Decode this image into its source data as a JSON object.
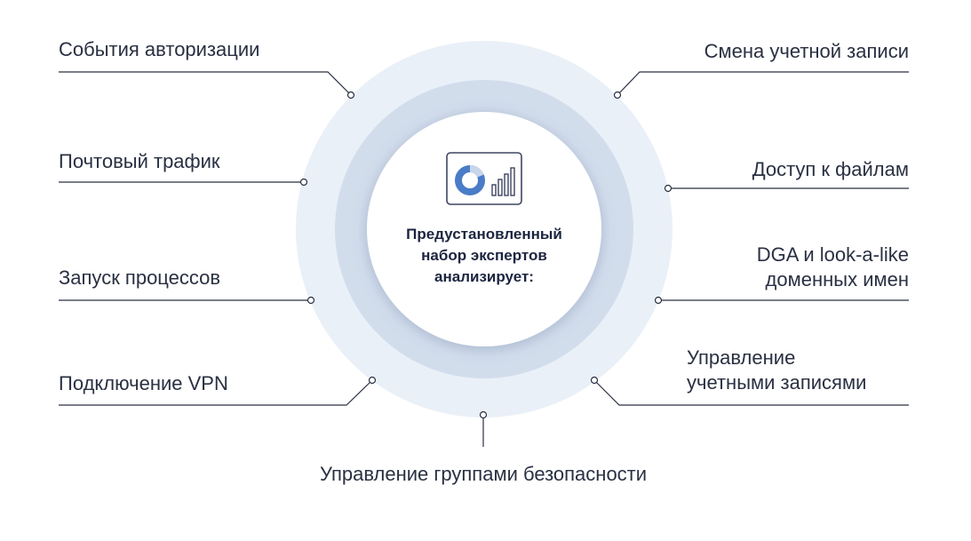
{
  "center": {
    "lines": [
      "Предустановленный",
      "набор экспертов",
      "анализирует:"
    ],
    "icon": "dashboard-chart-icon"
  },
  "labels": {
    "left": [
      "События авторизации",
      "Почтовый трафик",
      "Запуск процессов",
      "Подключение VPN"
    ],
    "right": [
      "Смена учетной записи",
      "Доступ к файлам",
      [
        "DGA и look-a-like",
        "доменных имен"
      ],
      [
        "Управление",
        "учетными записями"
      ]
    ],
    "bottom": "Управление группами безопасности"
  },
  "colors": {
    "outer_ring": "#eaf0f8",
    "inner_ring": "#d2ddec",
    "center_fill": "#ffffff",
    "connector": "#2a3042",
    "text": "#2a3042",
    "accent": "#4a7cc7"
  }
}
